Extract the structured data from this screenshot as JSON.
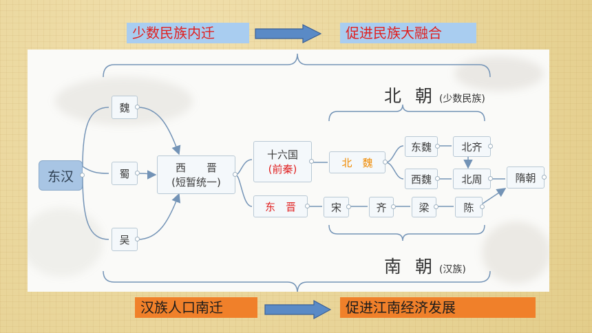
{
  "captions": {
    "top_left": "少数民族内迁",
    "top_right": "促进民族大融合",
    "bottom_left": "汉族人口南迁",
    "bottom_right": "促进江南经济发展"
  },
  "headings": {
    "north_main": "北 朝",
    "north_sub": "(少数民族)",
    "south_main": "南 朝",
    "south_sub": "(汉族)"
  },
  "nodes": {
    "donghan": "东汉",
    "wei": "魏",
    "shu": "蜀",
    "wu": "吴",
    "xijin_title": "西　　晋",
    "xijin_sub": "(短暂统一)",
    "sixteen_title": "十六国",
    "sixteen_sub": "(前秦)",
    "beiwei": "北　魏",
    "dongjin": "东　晋",
    "dongwei": "东魏",
    "xiwei": "西魏",
    "beiqi": "北齐",
    "beizhou": "北周",
    "sui": "隋朝",
    "song": "宋",
    "qi": "齐",
    "liang": "梁",
    "chen": "陈"
  },
  "colors": {
    "blue_caption_bg": "#a9cdf0",
    "red_text": "#e02020",
    "orange_caption_bg": "#f0802a",
    "beiwei_text": "#f08a00",
    "node_border": "#b8c8d4",
    "connector": "#7393b6"
  }
}
